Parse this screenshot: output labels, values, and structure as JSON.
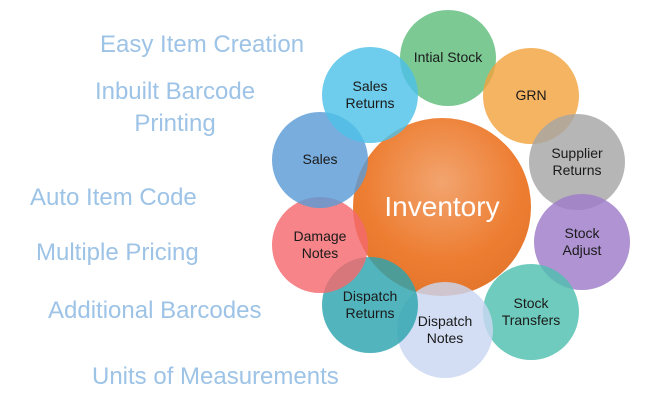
{
  "features": [
    "Easy Item Creation",
    "Inbuilt Barcode Printing",
    "Auto Item Code",
    "Multiple Pricing",
    "Additional Barcodes",
    "Units of Measurements"
  ],
  "feature_text_color": "#9DC3E6",
  "center": {
    "label": "Inventory",
    "color": "#ED7D31",
    "text_color": "#FFFFFF"
  },
  "node_text_color": "#1A1A1A",
  "nodes": [
    {
      "label": "Intial Stock",
      "color": "#5FBD7C"
    },
    {
      "label": "GRN",
      "color": "#F1A43E"
    },
    {
      "label": "Supplier Returns",
      "color": "#A6A6A6"
    },
    {
      "label": "Stock Adjust",
      "color": "#9E7BC8"
    },
    {
      "label": "Stock Transfers",
      "color": "#4FBFAE"
    },
    {
      "label": "Dispatch Notes",
      "color": "#C9D7F2"
    },
    {
      "label": "Dispatch Returns",
      "color": "#2CA3AE"
    },
    {
      "label": "Damage Notes",
      "color": "#F4696E"
    },
    {
      "label": "Sales",
      "color": "#5B9BD5"
    },
    {
      "label": "Sales Returns",
      "color": "#4EC1E8"
    }
  ]
}
